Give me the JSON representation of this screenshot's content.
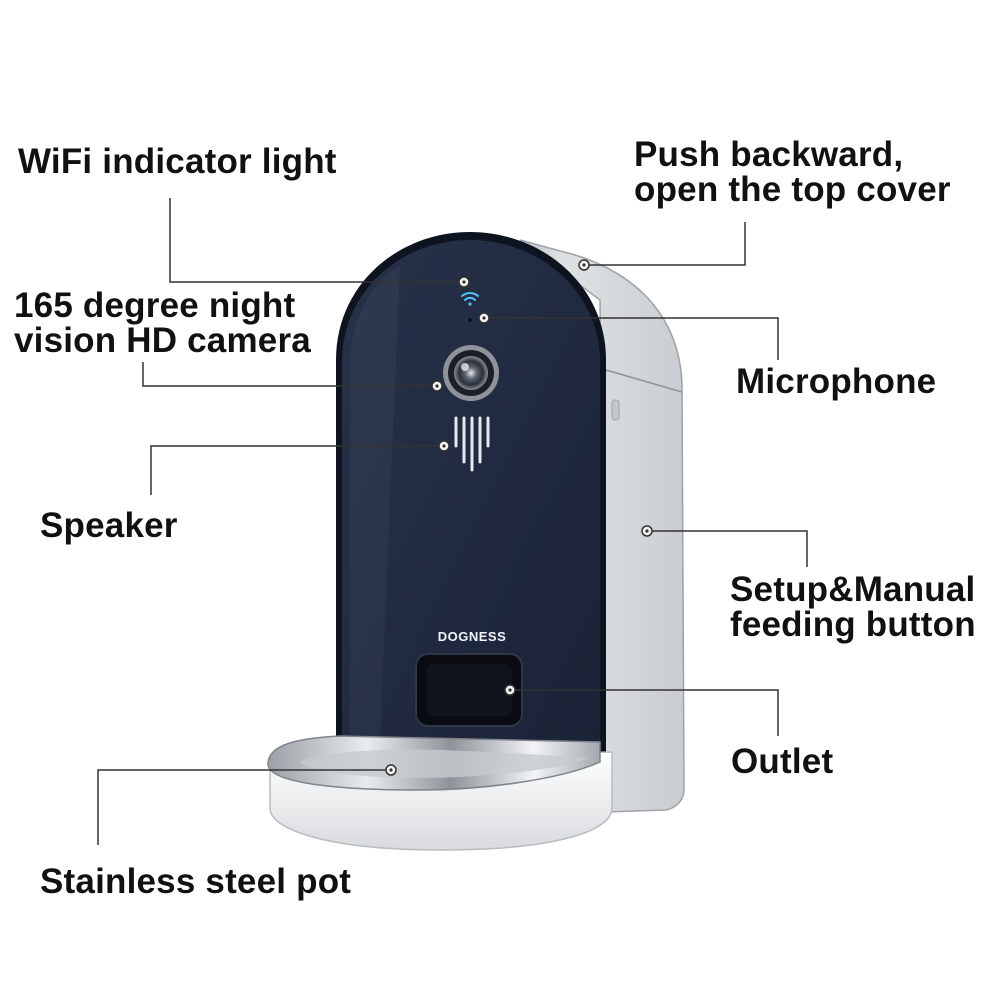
{
  "callouts": {
    "wifi_indicator": "WiFi indicator light",
    "top_cover_line1": "Push backward,",
    "top_cover_line2": "open the top cover",
    "camera_line1": "165 degree night",
    "camera_line2": "vision HD camera",
    "microphone": "Microphone",
    "speaker": "Speaker",
    "setup_button_line1": "Setup&Manual",
    "setup_button_line2": "feeding button",
    "outlet": "Outlet",
    "steel_pot": "Stainless steel pot"
  },
  "device": {
    "brand_logo": "DOGNESS",
    "panel_color": "#1f2a3e",
    "body_color": "#d9dcdf",
    "bowl_color": "#eef0f2",
    "wifi_icon_color": "#4fc3f7"
  },
  "colors": {
    "leader_line": "#333333",
    "text": "#111111"
  }
}
